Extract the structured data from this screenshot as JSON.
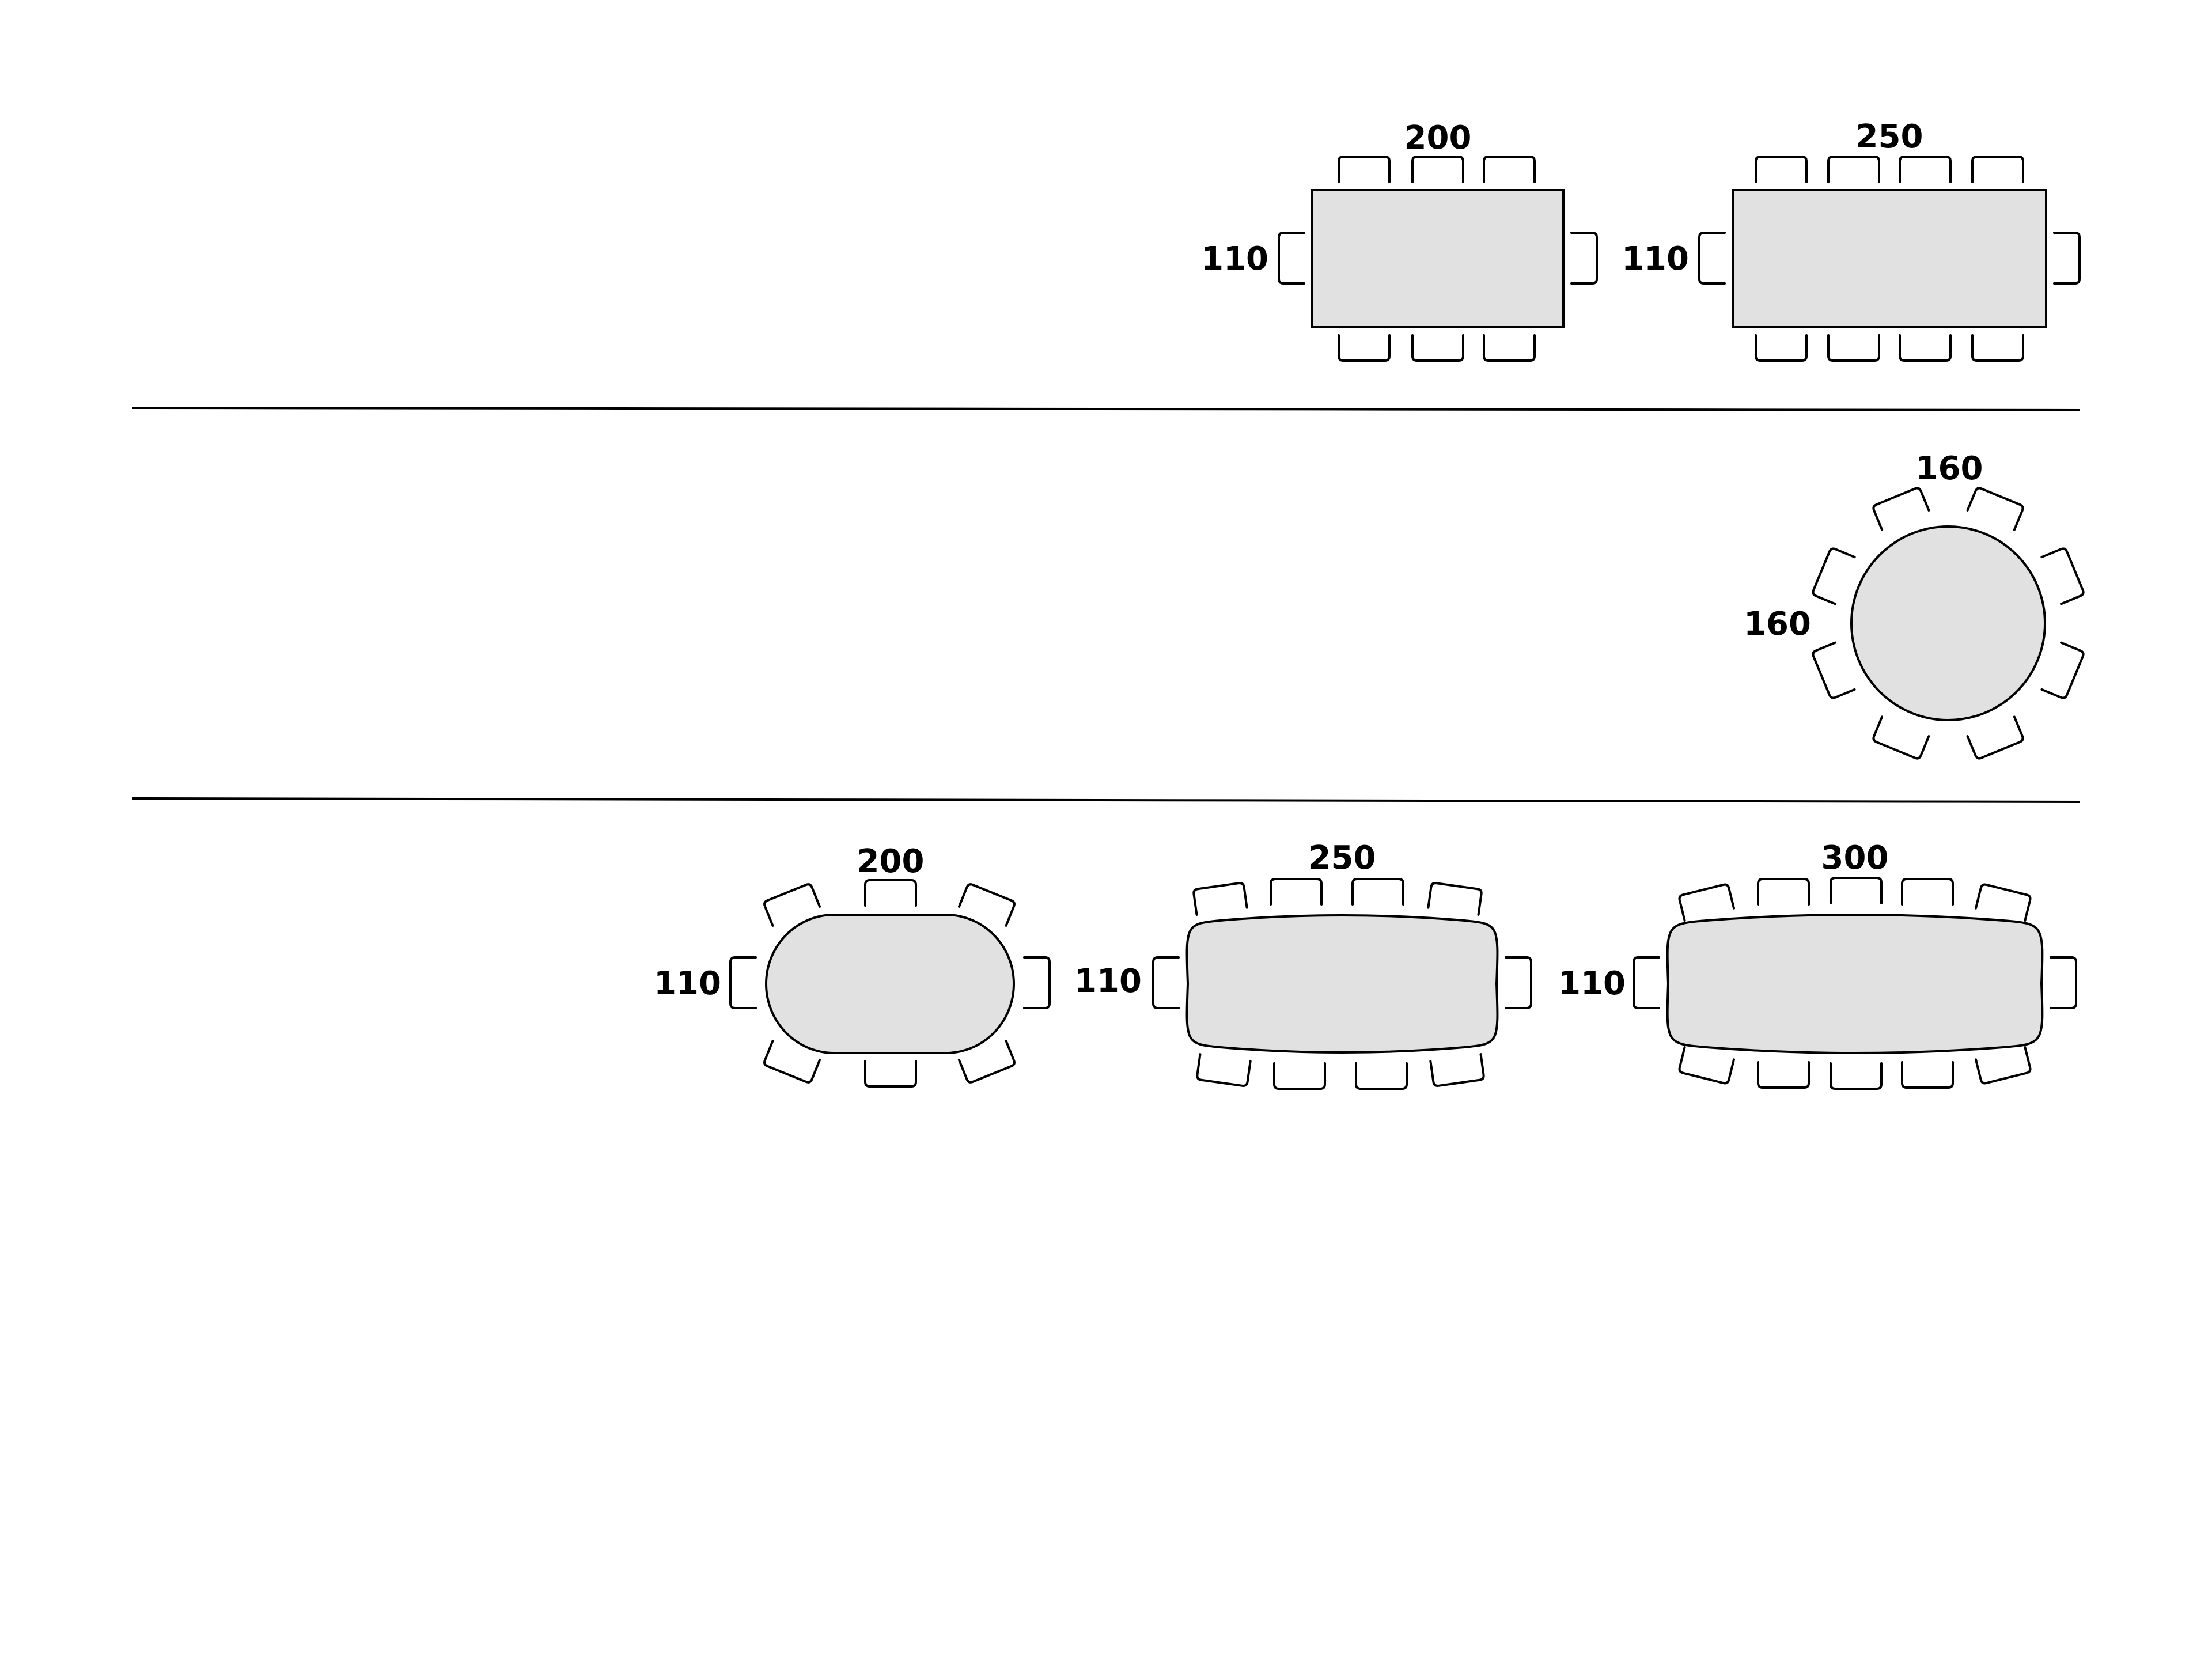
{
  "colors": {
    "background": "#ffffff",
    "table_fill": "#e1e1e1",
    "stroke": "#000000"
  },
  "rectangular_tables": {
    "table_200": {
      "width_label": "200",
      "depth_label": "110",
      "seats": 8
    },
    "table_250": {
      "width_label": "250",
      "depth_label": "110",
      "seats": 10
    }
  },
  "round_table": {
    "table_160": {
      "width_label": "160",
      "depth_label": "160",
      "seats": 8
    }
  },
  "oval_tables": {
    "table_200": {
      "width_label": "200",
      "depth_label": "110",
      "seats": 8
    },
    "table_250": {
      "width_label": "250",
      "depth_label": "110",
      "seats": 10
    },
    "table_300": {
      "width_label": "300",
      "depth_label": "110",
      "seats": 12
    }
  }
}
